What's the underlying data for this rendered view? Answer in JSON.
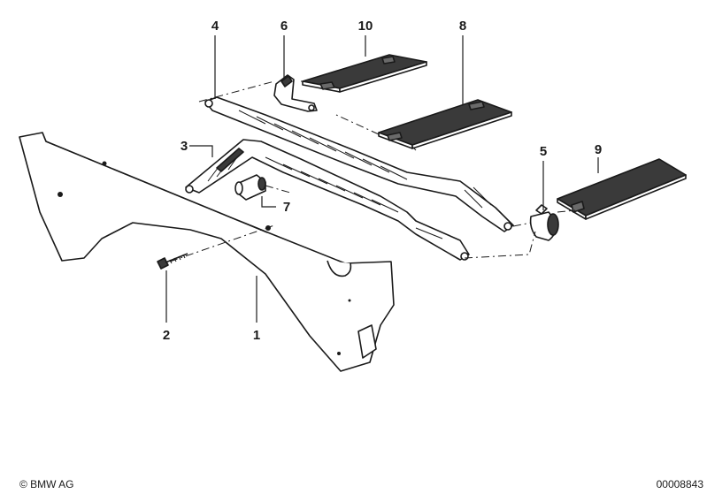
{
  "callouts": {
    "c1": "1",
    "c2": "2",
    "c3": "3",
    "c4": "4",
    "c5": "5",
    "c6": "6",
    "c7": "7",
    "c8": "8",
    "c9": "9",
    "c10": "10"
  },
  "footer": {
    "copyright": "© BMW AG",
    "drawing_number": "00008843"
  }
}
